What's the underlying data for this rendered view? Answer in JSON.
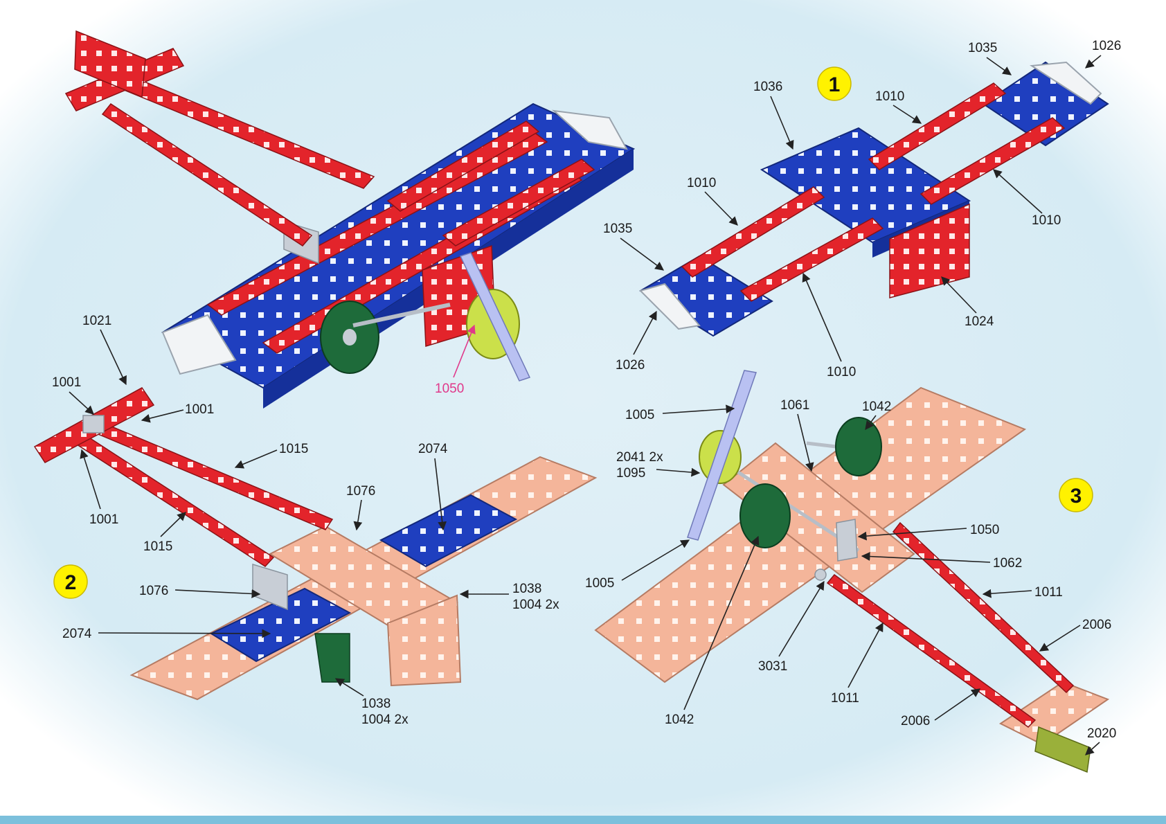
{
  "colors": {
    "background": "#e1f0f7",
    "red_part": "#e3242b",
    "blue_part": "#1f3fbf",
    "salmon_part": "#f4b59a",
    "white_part": "#f2f4f6",
    "green_wheel": "#1e6b3a",
    "yellow_part": "#cbe04a",
    "step_badge": "#fff200",
    "pink_label": "#e0388a"
  },
  "steps": [
    {
      "number": "1"
    },
    {
      "number": "2"
    },
    {
      "number": "3"
    }
  ],
  "labels": {
    "assembled": [
      "1050"
    ],
    "step1": [
      "1035",
      "1026",
      "1036",
      "1010",
      "1010",
      "1010",
      "1035",
      "1024",
      "1026",
      "1010"
    ],
    "step2": [
      "1021",
      "1001",
      "1001",
      "1001",
      "1015",
      "2074",
      "1076",
      "1015",
      "1076",
      "1038",
      "1004 2x",
      "2074",
      "1038",
      "1004 2x"
    ],
    "step3": [
      "1005",
      "1061",
      "1042",
      "2041 2x",
      "1095",
      "1050",
      "1062",
      "1005",
      "1011",
      "2006",
      "3031",
      "1011",
      "1042",
      "2006",
      "2020"
    ]
  }
}
